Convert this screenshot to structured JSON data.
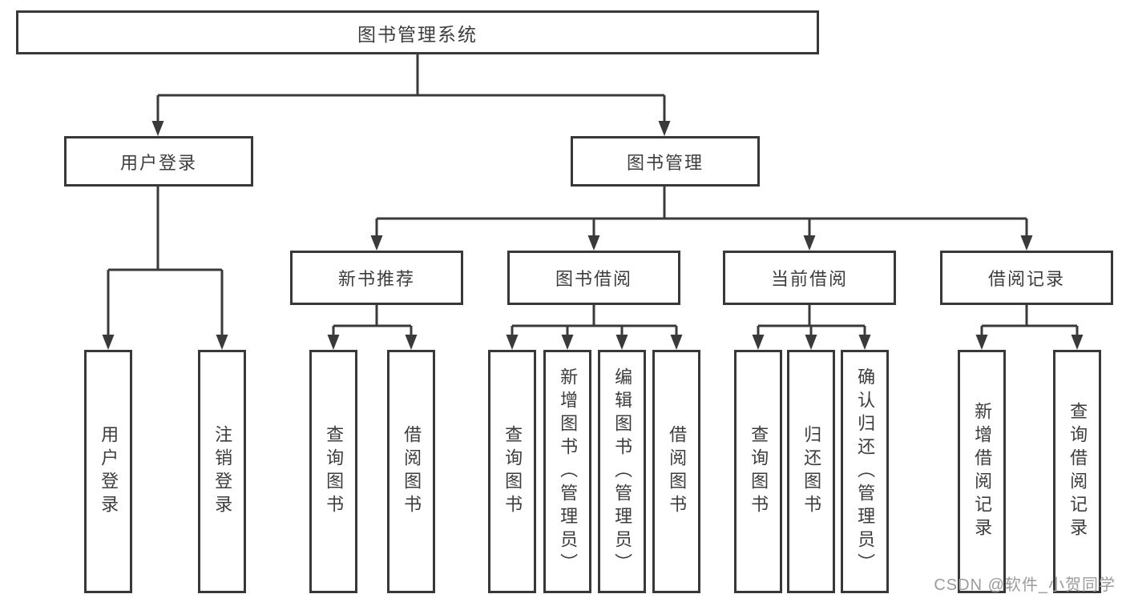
{
  "diagram": {
    "root": {
      "label": "图书管理系统"
    },
    "level2": [
      {
        "label": "用户登录"
      },
      {
        "label": "图书管理"
      }
    ],
    "level3": [
      {
        "label": "新书推荐"
      },
      {
        "label": "图书借阅"
      },
      {
        "label": "当前借阅"
      },
      {
        "label": "借阅记录"
      }
    ],
    "leaves": [
      {
        "label": "用户登录"
      },
      {
        "label": "注销登录"
      },
      {
        "label": "查询图书"
      },
      {
        "label": "借阅图书"
      },
      {
        "label": "查询图书"
      },
      {
        "label": "新增图书（管理员）"
      },
      {
        "label": "编辑图书（管理员）"
      },
      {
        "label": "借阅图书"
      },
      {
        "label": "查询图书"
      },
      {
        "label": "归还图书"
      },
      {
        "label": "确认归还（管理员）"
      },
      {
        "label": "新增借阅记录"
      },
      {
        "label": "查询借阅记录"
      }
    ]
  },
  "watermark": "CSDN @软件_小贺同学",
  "colors": {
    "line": "#3a3a3a",
    "border": "#383838",
    "text": "#3d3d3d",
    "watermark": "#9b9b9b",
    "background": "#ffffff"
  }
}
